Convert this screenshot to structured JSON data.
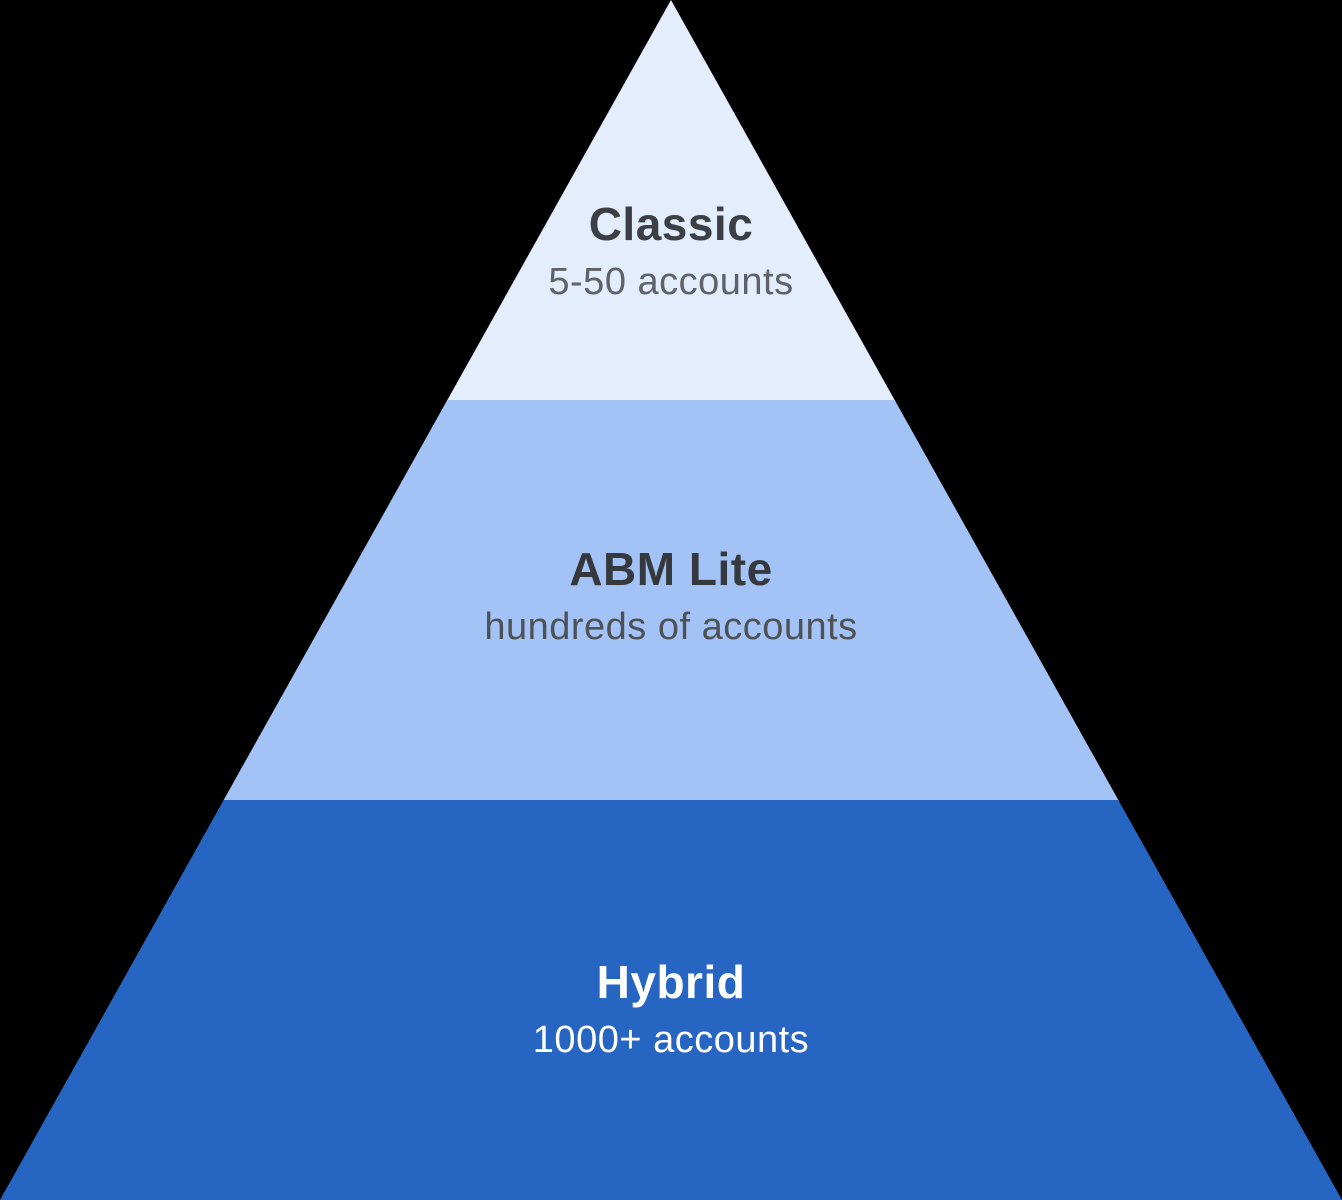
{
  "background_color": "#000000",
  "pyramid": {
    "description": "Three-tier ABM strategy pyramid",
    "tiers": [
      {
        "id": "classic",
        "label": "Classic",
        "sublabel": "5-50 accounts",
        "color": "#e3edfc",
        "label_color": "#3c4045",
        "sublabel_color": "#5f6266"
      },
      {
        "id": "abm-lite",
        "label": "ABM Lite",
        "sublabel": "hundreds of accounts",
        "color": "#a3c3f6",
        "label_color": "#35383c",
        "sublabel_color": "#4e5256"
      },
      {
        "id": "hybrid",
        "label": "Hybrid",
        "sublabel": "1000+ accounts",
        "color": "#2765c3",
        "label_color": "#ffffff",
        "sublabel_color": "#ffffff"
      }
    ]
  }
}
